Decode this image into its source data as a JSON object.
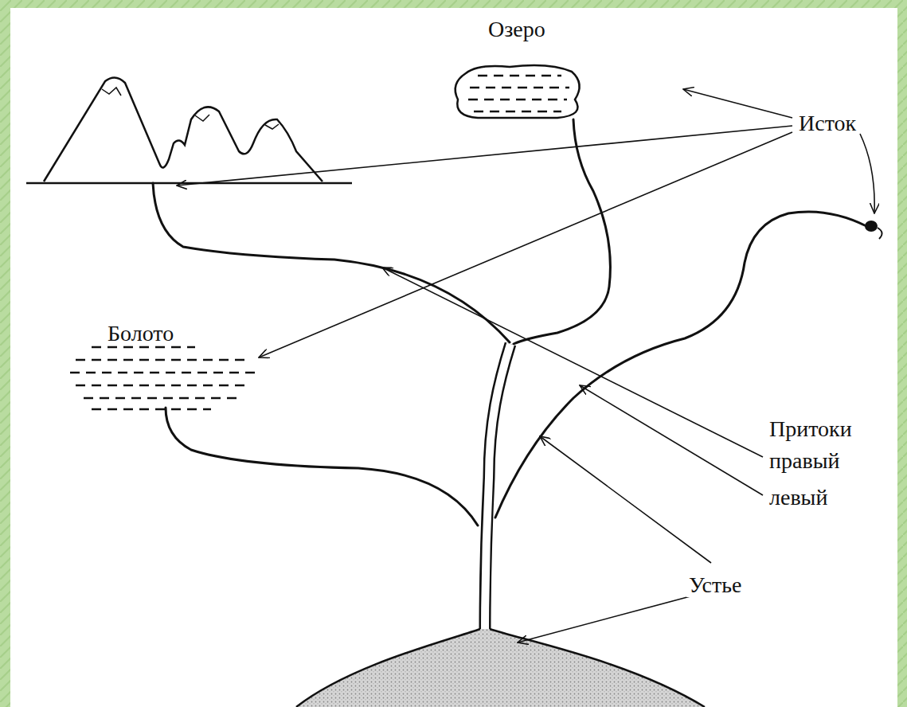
{
  "diagram": {
    "labels": [
      "Озеро",
      "Исток",
      "Болото",
      "Притоки",
      "правый",
      "левый",
      "Устье"
    ]
  }
}
